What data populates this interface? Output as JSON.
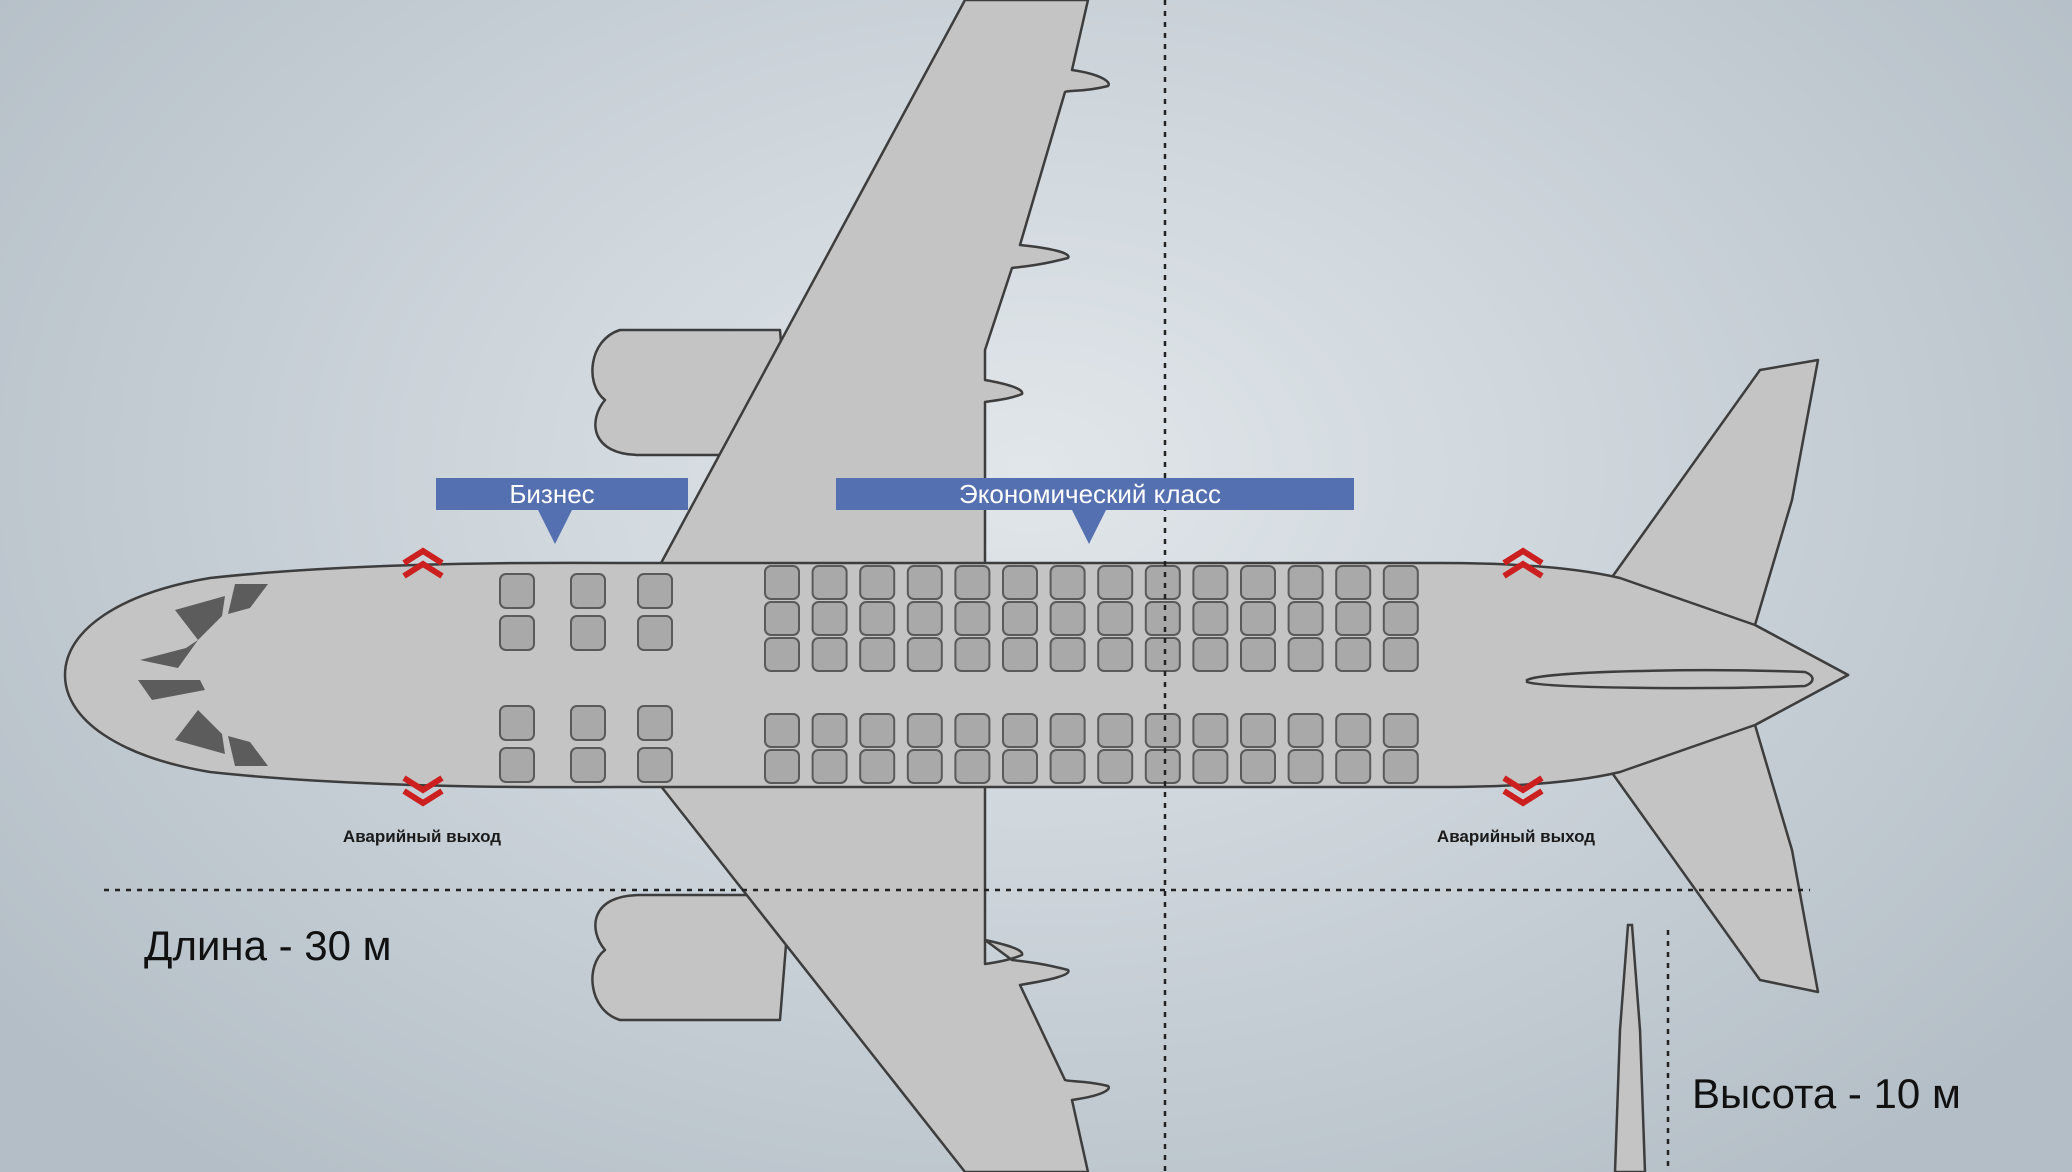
{
  "cabin": {
    "business_label": "Бизнес",
    "economy_label": "Экономический класс"
  },
  "exits": {
    "front_label": "Аварийный выход",
    "rear_label": "Аварийный выход"
  },
  "dimensions": {
    "length_label": "Длина - 30 м",
    "height_label": "Высота - 10 м"
  },
  "seats": {
    "business_columns": 3,
    "economy_columns": 14
  },
  "colors": {
    "airframe": "#c4c4c4",
    "outline": "#3d3d3d",
    "seat_fill": "#a9a9a9",
    "seat_stroke": "#5a5a5a",
    "cockpit": "#5c5c5c",
    "tag": "#5570b0",
    "exit_marker": "#cc1f1f"
  }
}
